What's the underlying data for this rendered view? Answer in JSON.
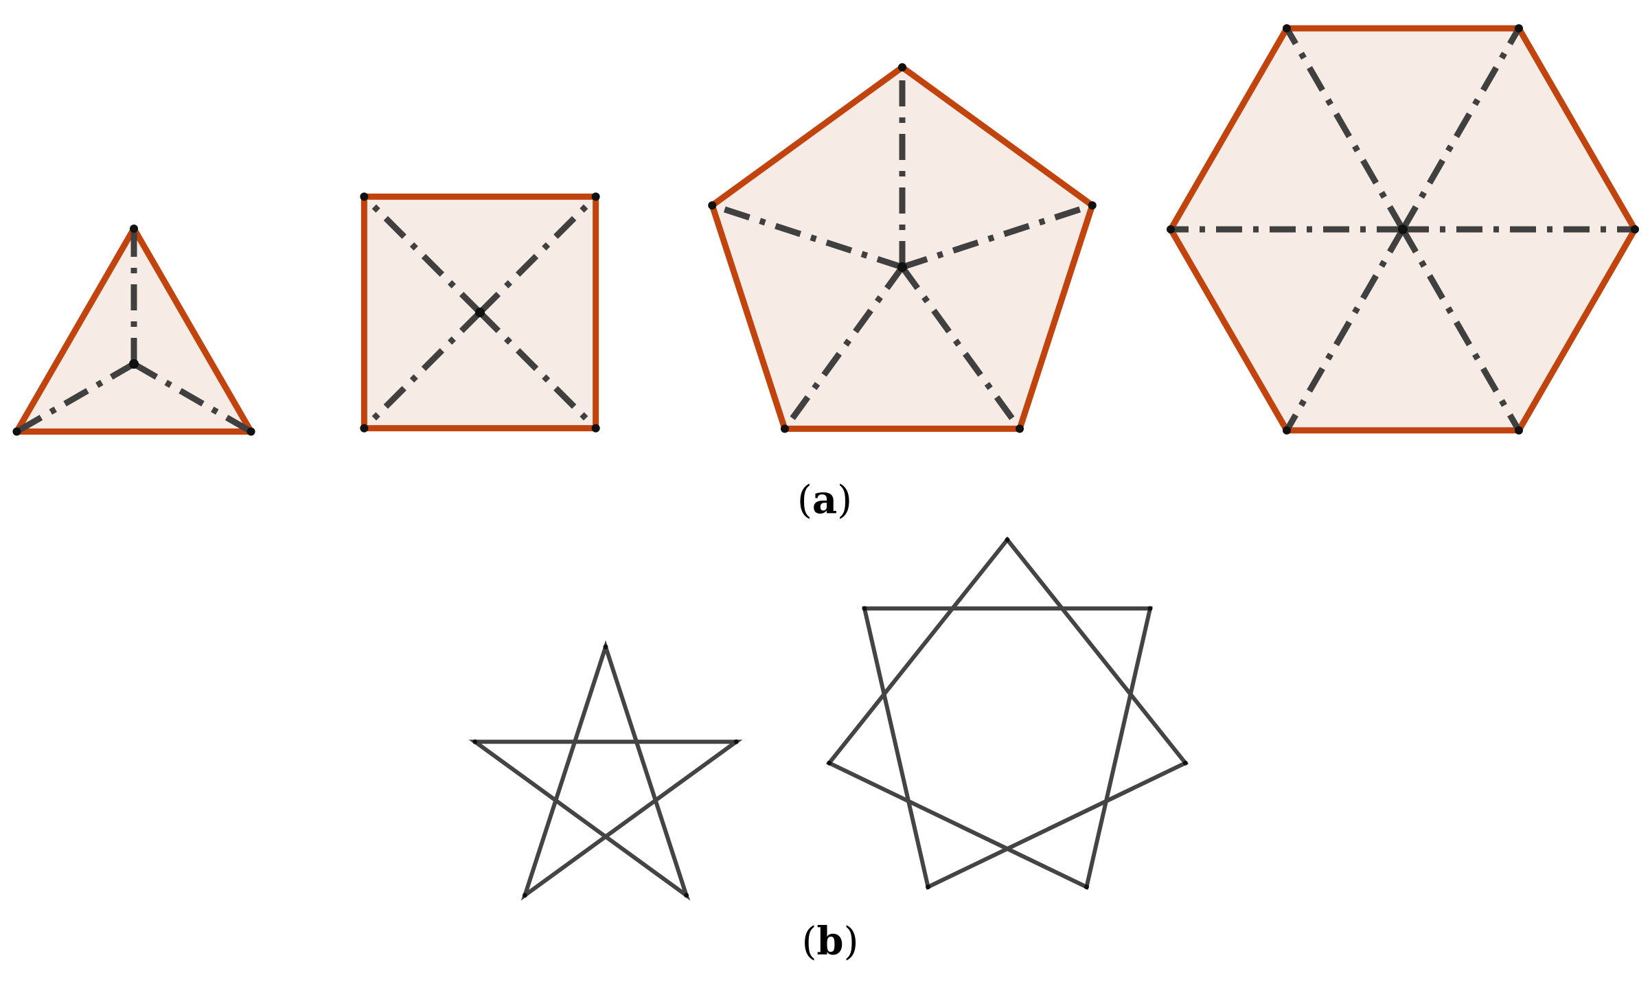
{
  "colors": {
    "polygon_fill": "#f7ebe5",
    "polygon_stroke": "#c1440e",
    "line": "#404040",
    "point": "#111111",
    "star_stroke": "#444444"
  },
  "panels": {
    "a": {
      "caption_open": "(",
      "caption_letter": "a",
      "caption_close": ")",
      "polygons": [
        {
          "name": "triangle",
          "sides": 3
        },
        {
          "name": "square",
          "sides": 4
        },
        {
          "name": "pentagon",
          "sides": 5
        },
        {
          "name": "hexagon",
          "sides": 6
        }
      ]
    },
    "b": {
      "caption_open": "(",
      "caption_letter": "b",
      "caption_close": ")",
      "stars": [
        {
          "name": "pentagram",
          "points": 5,
          "step": 2
        },
        {
          "name": "heptagram",
          "points": 7,
          "step": 2
        }
      ]
    }
  }
}
